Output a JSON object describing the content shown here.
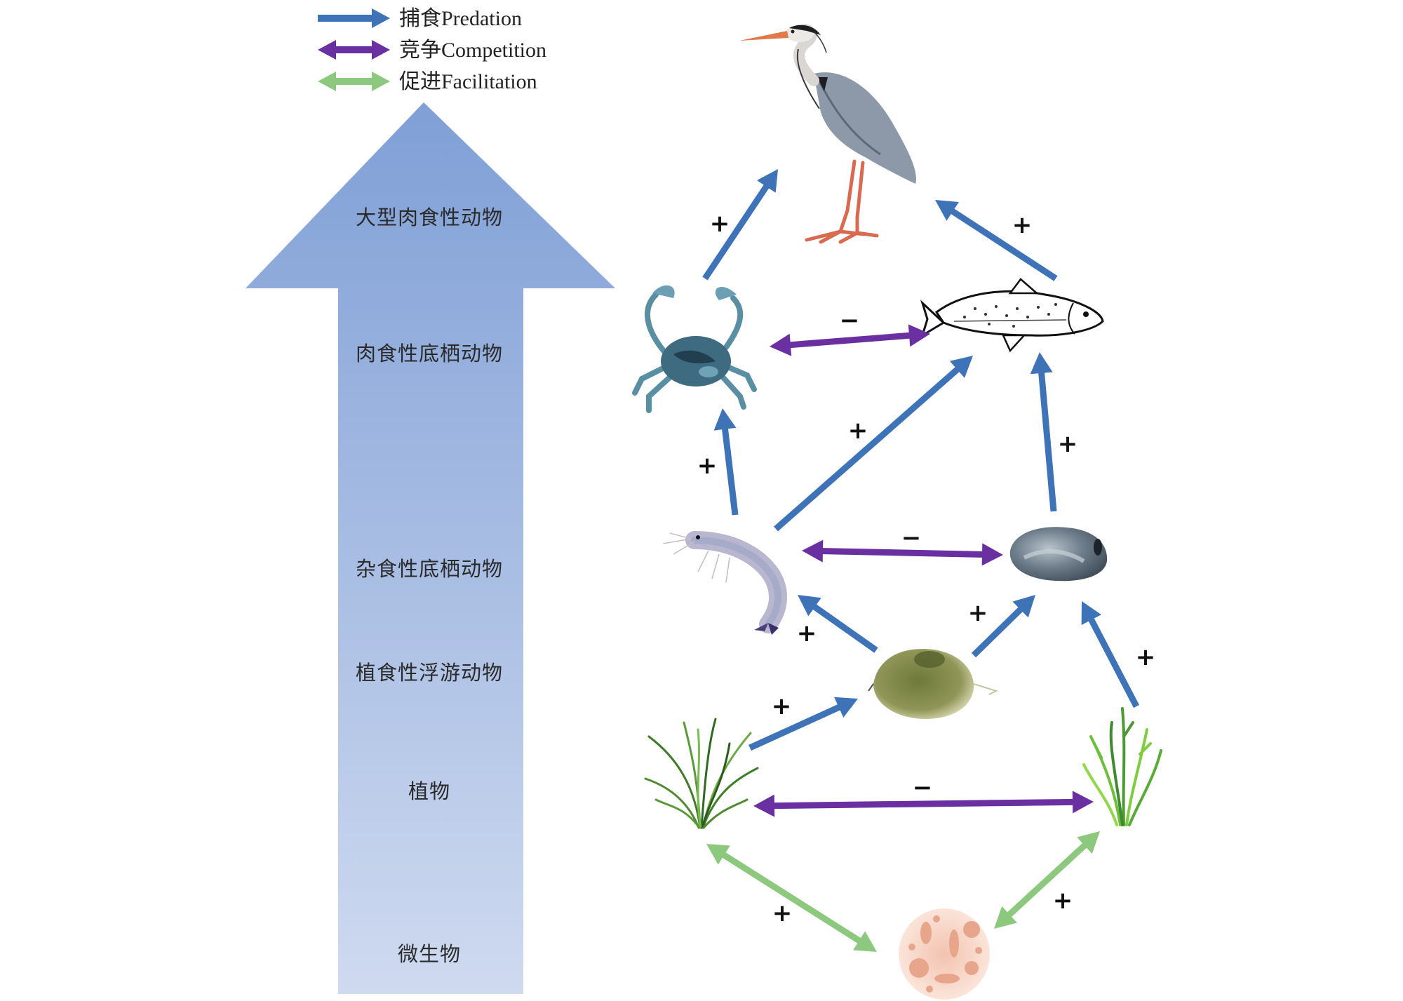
{
  "legend": [
    {
      "key": "predation",
      "label": "捕食Predation",
      "color": "#3f73b8",
      "style": "single-headed"
    },
    {
      "key": "competition",
      "label": "竞争Competition",
      "color": "#6a2fa0",
      "style": "double-headed"
    },
    {
      "key": "facilitation",
      "label": "促进Facilitation",
      "color": "#8cc97e",
      "style": "double-headed"
    }
  ],
  "trophic_axis": {
    "gradient_top": "#7f9fd6",
    "gradient_bottom": "#cfdaf0",
    "levels": [
      {
        "label": "大型肉食性动物"
      },
      {
        "label": "肉食性底栖动物"
      },
      {
        "label": "杂食性底栖动物"
      },
      {
        "label": "植食性浮游动物"
      },
      {
        "label": "植物"
      },
      {
        "label": "微生物"
      }
    ]
  },
  "organisms": [
    {
      "id": "heron",
      "name": "heron-illustration",
      "level": "大型肉食性动物"
    },
    {
      "id": "crab",
      "name": "crab-illustration",
      "level": "肉食性底栖动物"
    },
    {
      "id": "fish",
      "name": "fish-illustration",
      "level": "肉食性底栖动物"
    },
    {
      "id": "shrimp",
      "name": "shrimp-illustration",
      "level": "杂食性底栖动物"
    },
    {
      "id": "mussel",
      "name": "mussel-illustration",
      "level": "杂食性底栖动物"
    },
    {
      "id": "zooplankton",
      "name": "zooplankton-illustration",
      "level": "植食性浮游动物"
    },
    {
      "id": "grass",
      "name": "grass-illustration",
      "level": "植物"
    },
    {
      "id": "seaweed",
      "name": "seaweed-illustration",
      "level": "植物"
    },
    {
      "id": "microbes",
      "name": "microbes-illustration",
      "level": "微生物"
    }
  ],
  "relations": [
    {
      "from": "crab",
      "to": "heron",
      "type": "predation",
      "sign": "+"
    },
    {
      "from": "fish",
      "to": "heron",
      "type": "predation",
      "sign": "+"
    },
    {
      "from": "crab",
      "to": "fish",
      "type": "competition",
      "sign": "−"
    },
    {
      "from": "shrimp",
      "to": "crab",
      "type": "predation",
      "sign": "+"
    },
    {
      "from": "shrimp",
      "to": "fish",
      "type": "predation",
      "sign": "+"
    },
    {
      "from": "mussel",
      "to": "fish",
      "type": "predation",
      "sign": "+"
    },
    {
      "from": "shrimp",
      "to": "mussel",
      "type": "competition",
      "sign": "−"
    },
    {
      "from": "zooplankton",
      "to": "shrimp",
      "type": "predation",
      "sign": "+"
    },
    {
      "from": "zooplankton",
      "to": "mussel",
      "type": "predation",
      "sign": "+"
    },
    {
      "from": "seaweed",
      "to": "mussel",
      "type": "predation",
      "sign": "+"
    },
    {
      "from": "grass",
      "to": "zooplankton",
      "type": "predation",
      "sign": "+"
    },
    {
      "from": "grass",
      "to": "seaweed",
      "type": "competition",
      "sign": "−"
    },
    {
      "from": "grass",
      "to": "microbes",
      "type": "facilitation",
      "sign": "+"
    },
    {
      "from": "seaweed",
      "to": "microbes",
      "type": "facilitation",
      "sign": "+"
    }
  ]
}
